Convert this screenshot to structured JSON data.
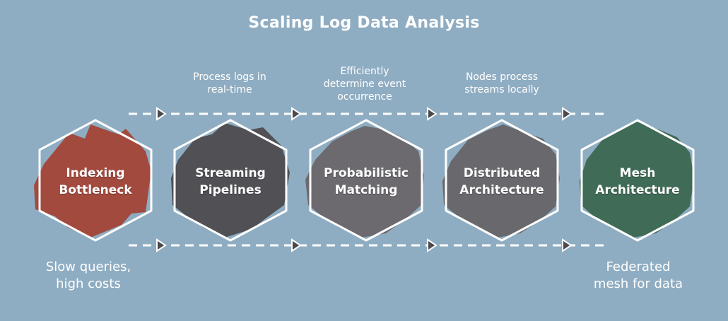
{
  "title": "Scaling Log Data Analysis",
  "nodes": [
    {
      "label_line1": "Indexing",
      "label_line2": "Bottleneck",
      "color": "#a34a3e"
    },
    {
      "label_line1": "Streaming",
      "label_line2": "Pipelines",
      "color": "#505055"
    },
    {
      "label_line1": "Probabilistic",
      "label_line2": "Matching",
      "color": "#6c6a6e"
    },
    {
      "label_line1": "Distributed",
      "label_line2": "Architecture",
      "color": "#69686c"
    },
    {
      "label_line1": "Mesh",
      "label_line2": "Architecture",
      "color": "#3f6b57"
    }
  ],
  "top_labels": [
    {
      "line1": "Process logs in",
      "line2": "real-time"
    },
    {
      "line1": "Efficiently",
      "line2": "determine event",
      "line3": "occurrence"
    },
    {
      "line1": "Nodes process",
      "line2": "streams locally"
    }
  ],
  "bottom_labels": {
    "left": {
      "line1": "Slow queries,",
      "line2": "high costs"
    },
    "right": {
      "line1": "Federated",
      "line2": "mesh for data"
    }
  },
  "colors": {
    "background": "#8fadc2",
    "stroke": "#ffffff"
  }
}
